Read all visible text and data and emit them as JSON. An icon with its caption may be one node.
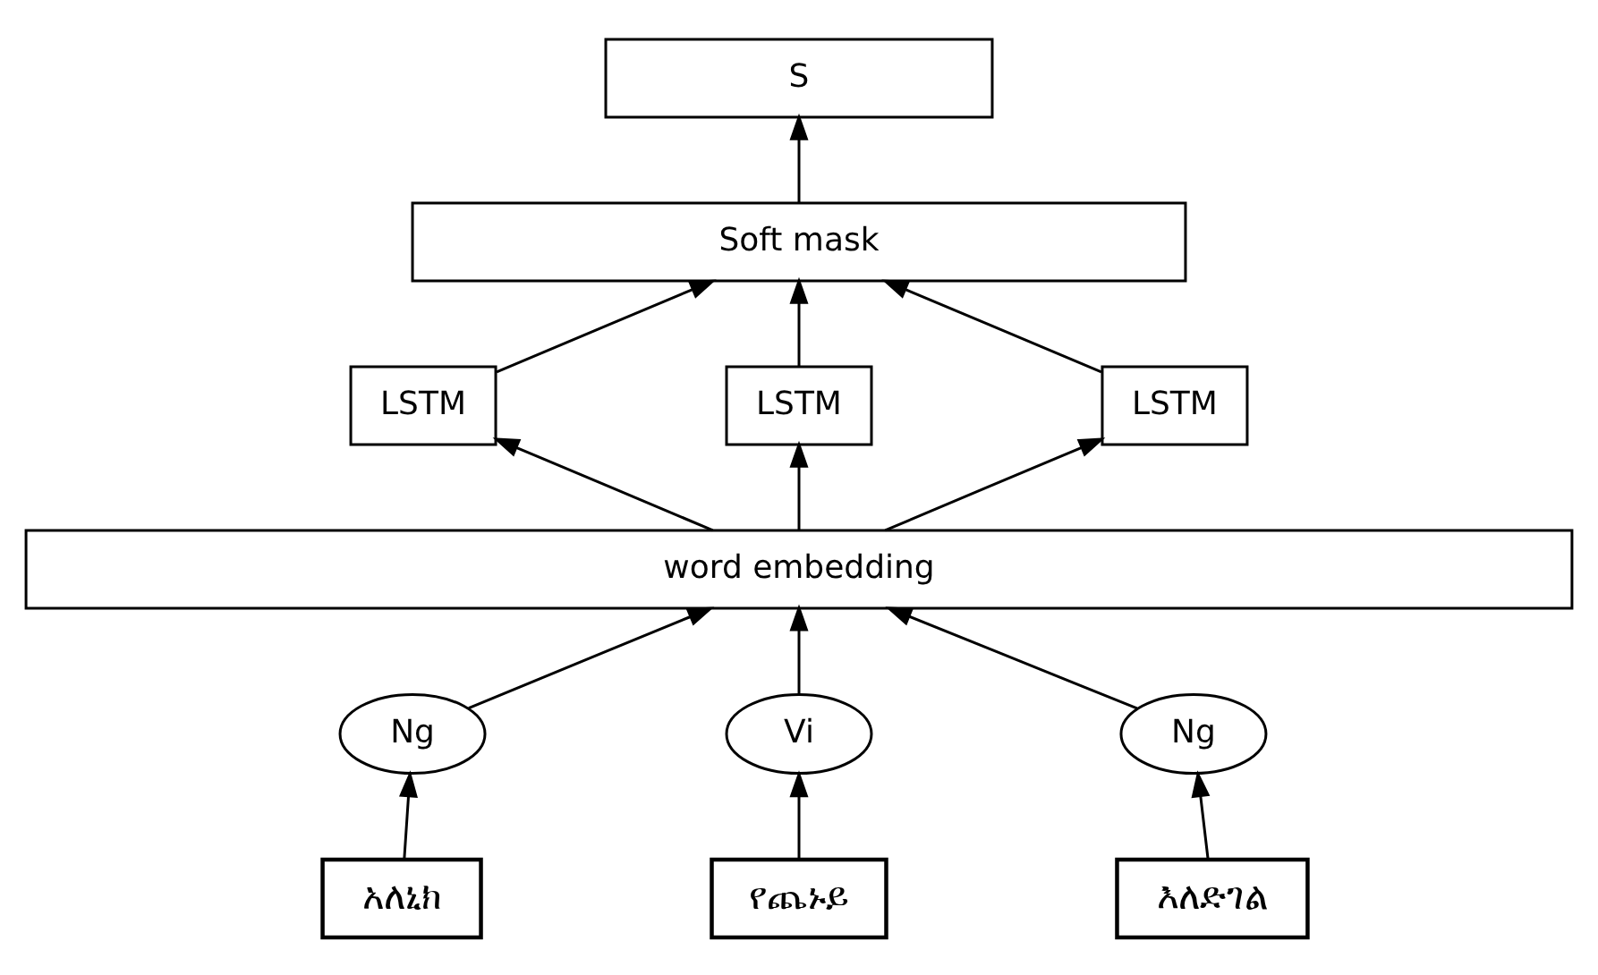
{
  "diagram": {
    "nodes": [
      {
        "text": [
          "S"
        ]
      },
      {
        "text": [
          "Soft mask"
        ]
      },
      {
        "text": [
          "LSTM"
        ]
      },
      {
        "text": [
          "LSTM"
        ]
      },
      {
        "text": [
          "LSTM"
        ]
      },
      {
        "text": [
          "word embedding"
        ]
      },
      {
        "text": [
          "Ng"
        ]
      },
      {
        "text": [
          "Vi"
        ]
      },
      {
        "text": [
          "Ng"
        ]
      },
      {
        "text": [
          "አለኒክ"
        ]
      },
      {
        "text": [
          "የጨኑይ"
        ]
      },
      {
        "text": [
          "እለድገል"
        ]
      }
    ],
    "edges": [
      {
        "from": 1,
        "to": 0,
        "arrow": "to"
      },
      {
        "from": 2,
        "to": 1,
        "arrow": "to"
      },
      {
        "from": 3,
        "to": 1,
        "arrow": "to"
      },
      {
        "from": 4,
        "to": 1,
        "arrow": "to"
      },
      {
        "from": 5,
        "to": 2,
        "arrow": "to"
      },
      {
        "from": 5,
        "to": 3,
        "arrow": "to"
      },
      {
        "from": 5,
        "to": 4,
        "arrow": "to"
      },
      {
        "from": 6,
        "to": 5,
        "arrow": "to"
      },
      {
        "from": 7,
        "to": 5,
        "arrow": "to"
      },
      {
        "from": 8,
        "to": 5,
        "arrow": "to"
      },
      {
        "from": 9,
        "to": 6,
        "arrow": "to"
      },
      {
        "from": 10,
        "to": 7,
        "arrow": "to"
      },
      {
        "from": 11,
        "to": 8,
        "arrow": "to"
      }
    ]
  }
}
